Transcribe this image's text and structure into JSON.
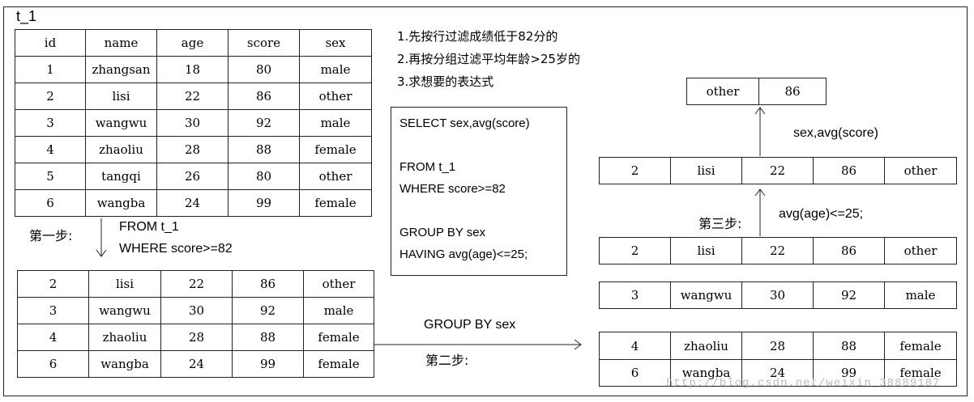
{
  "table_name": "t_1",
  "main_table": {
    "headers": [
      "id",
      "name",
      "age",
      "score",
      "sex"
    ],
    "rows": [
      [
        "1",
        "zhangsan",
        "18",
        "80",
        "male"
      ],
      [
        "2",
        "lisi",
        "22",
        "86",
        "other"
      ],
      [
        "3",
        "wangwu",
        "30",
        "92",
        "male"
      ],
      [
        "4",
        "zhaoliu",
        "28",
        "88",
        "female"
      ],
      [
        "5",
        "tangqi",
        "26",
        "80",
        "other"
      ],
      [
        "6",
        "wangba",
        "24",
        "99",
        "female"
      ]
    ]
  },
  "step1": {
    "label": "第一步:",
    "line1": "FROM t_1",
    "line2": "WHERE score>=82",
    "rows": [
      [
        "2",
        "lisi",
        "22",
        "86",
        "other"
      ],
      [
        "3",
        "wangwu",
        "30",
        "92",
        "male"
      ],
      [
        "4",
        "zhaoliu",
        "28",
        "88",
        "female"
      ],
      [
        "6",
        "wangba",
        "24",
        "99",
        "female"
      ]
    ]
  },
  "step2": {
    "label": "第二步:",
    "clause": "GROUP BY sex",
    "group_other": [
      [
        "2",
        "lisi",
        "22",
        "86",
        "other"
      ]
    ],
    "group_male": [
      [
        "3",
        "wangwu",
        "30",
        "92",
        "male"
      ]
    ],
    "group_female": [
      [
        "4",
        "zhaoliu",
        "28",
        "88",
        "female"
      ],
      [
        "6",
        "wangba",
        "24",
        "99",
        "female"
      ]
    ]
  },
  "step3": {
    "label": "第三步:",
    "clause": "avg(age)<=25;",
    "row": [
      "2",
      "lisi",
      "22",
      "86",
      "other"
    ]
  },
  "result": {
    "clause": "sex,avg(score)",
    "row": [
      "other",
      "86"
    ]
  },
  "notes": [
    "1.先按行过滤成绩低于82分的",
    "2.再按分组过滤平均年龄>25岁的",
    "3.求想要的表达式"
  ],
  "sql": {
    "line1": "SELECT  sex,avg(score)",
    "line2": "FROM t_1",
    "line3": "WHERE score>=82",
    "line4": "GROUP BY sex",
    "line5": "HAVING avg(age)<=25;"
  },
  "watermark": "http://blog.csdn.net/weixin_38889187"
}
